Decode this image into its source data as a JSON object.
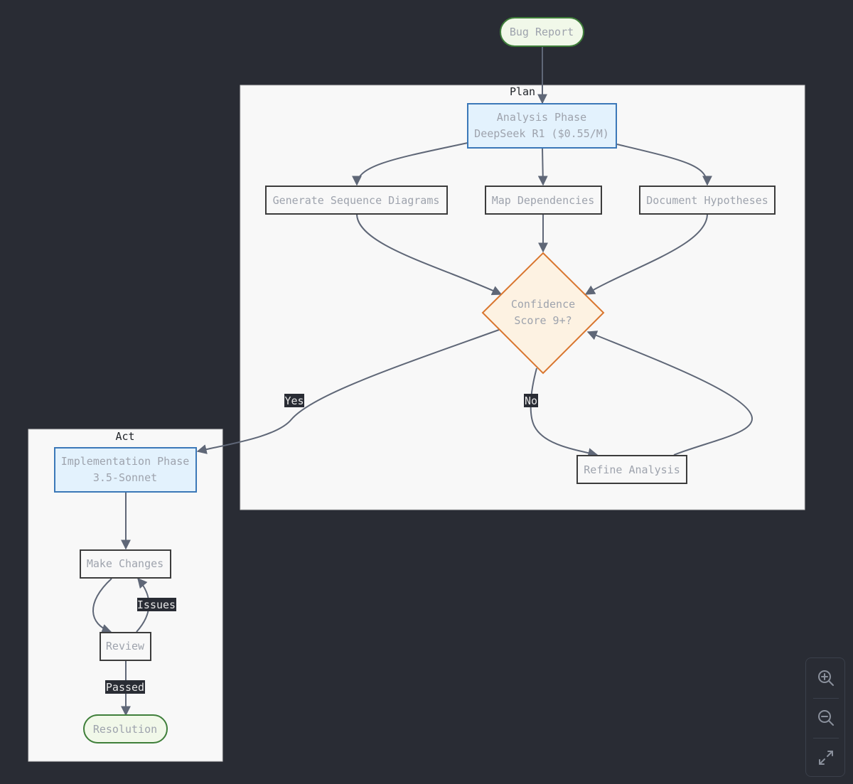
{
  "clusters": {
    "plan": {
      "title": "Plan"
    },
    "act": {
      "title": "Act"
    }
  },
  "nodes": {
    "bug_report": "Bug Report",
    "analysis": {
      "line1": "Analysis Phase",
      "line2": "DeepSeek R1 ($0.55/M)"
    },
    "seq_diagrams": "Generate Sequence Diagrams",
    "map_deps": "Map Dependencies",
    "doc_hyp": "Document Hypotheses",
    "confidence": {
      "line1": "Confidence",
      "line2": "Score 9+?"
    },
    "refine": "Refine Analysis",
    "implementation": {
      "line1": "Implementation Phase",
      "line2": "3.5-Sonnet"
    },
    "make_changes": "Make Changes",
    "review": "Review",
    "resolution": "Resolution"
  },
  "edge_labels": {
    "yes": "Yes",
    "no": "No",
    "issues": "Issues",
    "passed": "Passed"
  },
  "controls": {
    "zoom_in": "zoom-in-icon",
    "zoom_out": "zoom-out-icon",
    "fit": "fit-screen-icon"
  },
  "colors": {
    "background": "#292c34",
    "cluster_fill": "#f8f8f8",
    "terminal_fill": "#f1f8e9",
    "terminal_stroke": "#3f7f3a",
    "phase_fill": "#e3f2fd",
    "phase_stroke": "#3b78b8",
    "decision_fill": "#fdf2e2",
    "decision_stroke": "#d9762f",
    "edge": "#5f6777"
  }
}
